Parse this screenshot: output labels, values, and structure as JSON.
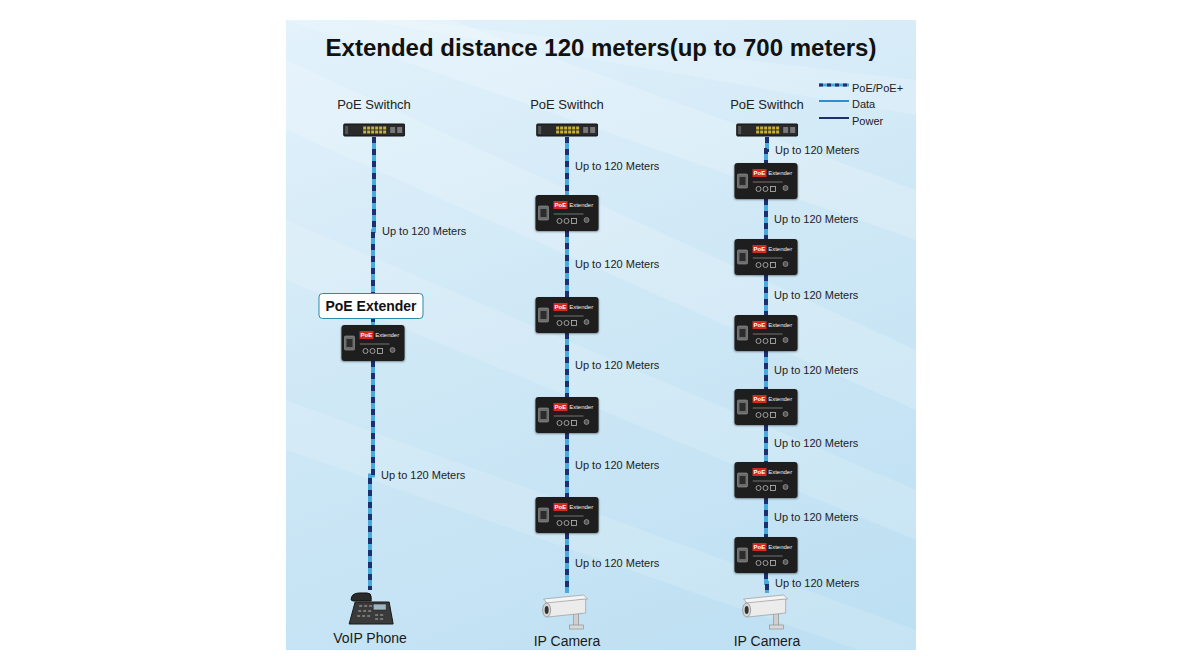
{
  "diagram": {
    "title": "Extended distance 120 meters(up to 700 meters)",
    "nodes": [
      {
        "text": [
          "PoE Swithch"
        ]
      },
      {
        "text": [
          "PoE Extender"
        ]
      },
      {
        "text": [
          "PoE",
          "Extender"
        ]
      },
      {
        "text": [
          "VoIP Phone"
        ]
      },
      {
        "text": [
          "PoE Swithch"
        ]
      },
      {
        "text": [
          "PoE",
          "Extender"
        ]
      },
      {
        "text": [
          "PoE",
          "Extender"
        ]
      },
      {
        "text": [
          "PoE",
          "Extender"
        ]
      },
      {
        "text": [
          "PoE",
          "Extender"
        ]
      },
      {
        "text": [
          "IP Camera"
        ]
      },
      {
        "text": [
          "PoE Swithch"
        ]
      },
      {
        "text": [
          "PoE",
          "Extender"
        ]
      },
      {
        "text": [
          "PoE",
          "Extender"
        ]
      },
      {
        "text": [
          "PoE",
          "Extender"
        ]
      },
      {
        "text": [
          "PoE",
          "Extender"
        ]
      },
      {
        "text": [
          "PoE",
          "Extender"
        ]
      },
      {
        "text": [
          "PoE",
          "Extender"
        ]
      },
      {
        "text": [
          "IP Camera"
        ]
      }
    ],
    "edges": [
      {
        "from": 0,
        "to": 2,
        "arrow": "none",
        "label": "Up to 120 Meters"
      },
      {
        "from": 2,
        "to": 3,
        "arrow": "none",
        "label": "Up to 120 Meters"
      },
      {
        "from": 4,
        "to": 5,
        "arrow": "none",
        "label": "Up to 120 Meters"
      },
      {
        "from": 5,
        "to": 6,
        "arrow": "none",
        "label": "Up to 120 Meters"
      },
      {
        "from": 6,
        "to": 7,
        "arrow": "none",
        "label": "Up to 120 Meters"
      },
      {
        "from": 7,
        "to": 8,
        "arrow": "none",
        "label": "Up to 120 Meters"
      },
      {
        "from": 8,
        "to": 9,
        "arrow": "none",
        "label": "Up to 120 Meters"
      },
      {
        "from": 10,
        "to": 11,
        "arrow": "none",
        "label": "Up to 120 Meters"
      },
      {
        "from": 11,
        "to": 12,
        "arrow": "none",
        "label": "Up to 120 Meters"
      },
      {
        "from": 12,
        "to": 13,
        "arrow": "none",
        "label": "Up to 120 Meters"
      },
      {
        "from": 13,
        "to": 14,
        "arrow": "none",
        "label": "Up to 120 Meters"
      },
      {
        "from": 14,
        "to": 15,
        "arrow": "none",
        "label": "Up to 120 Meters"
      },
      {
        "from": 15,
        "to": 16,
        "arrow": "none",
        "label": "Up to 120 Meters"
      },
      {
        "from": 16,
        "to": 17,
        "arrow": "none",
        "label": "Up to 120 Meters"
      }
    ],
    "legend": [
      {
        "text": "PoE/PoE+"
      },
      {
        "text": "Data"
      },
      {
        "text": "Power"
      }
    ]
  }
}
